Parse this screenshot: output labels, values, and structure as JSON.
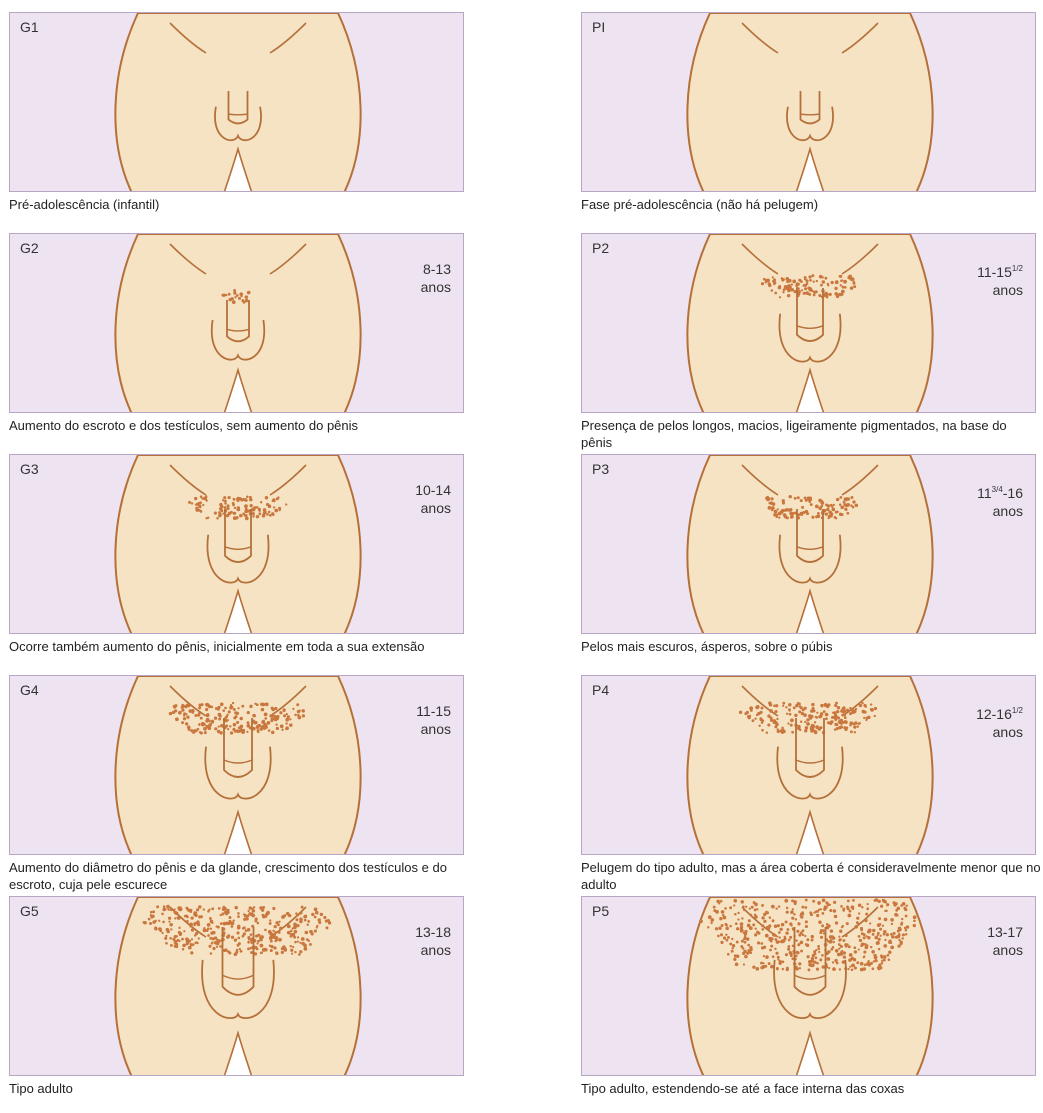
{
  "colors": {
    "panel_bg": "#eee4f1",
    "skin": "#f6e3c3",
    "outline": "#b5703a",
    "hair": "#c9773e",
    "border": "#b8a7c4"
  },
  "genital": [
    {
      "stage": "G1",
      "age": "",
      "unit": "",
      "caption": "Pré-adolescência (infantil)",
      "hair_level": 0,
      "size_level": 0
    },
    {
      "stage": "G2",
      "age": "8-13",
      "unit": "anos",
      "caption": "Aumento do escroto e dos testículos, sem aumento do pênis",
      "hair_level": 1,
      "size_level": 1
    },
    {
      "stage": "G3",
      "age": "10-14",
      "unit": "anos",
      "caption": "Ocorre também aumento do pênis, inicialmente em toda a sua extensão",
      "hair_level": 2,
      "size_level": 2
    },
    {
      "stage": "G4",
      "age": "11-15",
      "unit": "anos",
      "caption": "Aumento do diâmetro do pênis e da glande, crescimento dos testículos e do escroto, cuja pele escurece",
      "hair_level": 3,
      "size_level": 3
    },
    {
      "stage": "G5",
      "age": "13-18",
      "unit": "anos",
      "caption": "Tipo adulto",
      "hair_level": 4,
      "size_level": 4
    }
  ],
  "pubic": [
    {
      "stage": "PI",
      "age": "",
      "age_sup": "",
      "age_tail": "",
      "unit": "",
      "caption": "Fase pré-adolescência (não há pelugem)",
      "hair_level": 0,
      "size_level": 0
    },
    {
      "stage": "P2",
      "age": "11-15",
      "age_sup": "1/2",
      "age_tail": "",
      "unit": "anos",
      "caption": "Presença de pelos longos, macios, ligeiramente pigmentados, na base do pênis",
      "hair_level": 2,
      "size_level": 2
    },
    {
      "stage": "P3",
      "age": "11",
      "age_sup": "3/4",
      "age_tail": "-16",
      "unit": "anos",
      "caption": "Pelos mais escuros, ásperos, sobre o púbis",
      "hair_level": 2,
      "size_level": 2
    },
    {
      "stage": "P4",
      "age": "12-16",
      "age_sup": "1/2",
      "age_tail": "",
      "unit": "anos",
      "caption": "Pelugem do tipo adulto, mas a área coberta é consideravelmente menor que no adulto",
      "hair_level": 3,
      "size_level": 3
    },
    {
      "stage": "P5",
      "age": "13-17",
      "age_sup": "",
      "age_tail": "",
      "unit": "anos",
      "caption": "Tipo adulto, estendendo-se até a face interna das coxas",
      "hair_level": 5,
      "size_level": 4
    }
  ]
}
